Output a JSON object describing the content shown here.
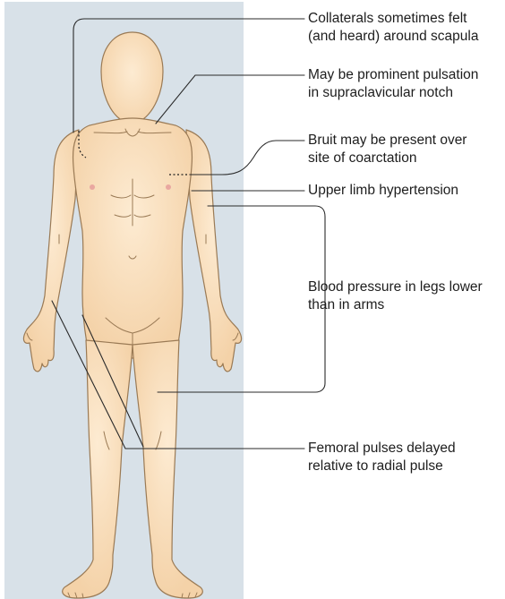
{
  "figure": {
    "colors": {
      "panel": "#d8e1e8",
      "skin": "#fae3c4",
      "skin_outline": "#9a7a55",
      "leader_line": "#2a2a2a"
    },
    "annotations": [
      {
        "id": "collaterals",
        "lines": [
          "Collaterals sometimes felt",
          "(and heard) around scapula"
        ]
      },
      {
        "id": "supraclavicular",
        "lines": [
          "May be prominent pulsation",
          "in supraclavicular notch"
        ]
      },
      {
        "id": "bruit",
        "lines": [
          "Bruit may be present over",
          "site of coarctation"
        ]
      },
      {
        "id": "upper-limb",
        "lines": [
          "Upper limb hypertension"
        ]
      },
      {
        "id": "blood-pressure",
        "lines": [
          "Blood pressure in legs lower",
          "than in arms"
        ]
      },
      {
        "id": "femoral",
        "lines": [
          "Femoral pulses delayed",
          "relative to radial pulse"
        ]
      }
    ]
  }
}
